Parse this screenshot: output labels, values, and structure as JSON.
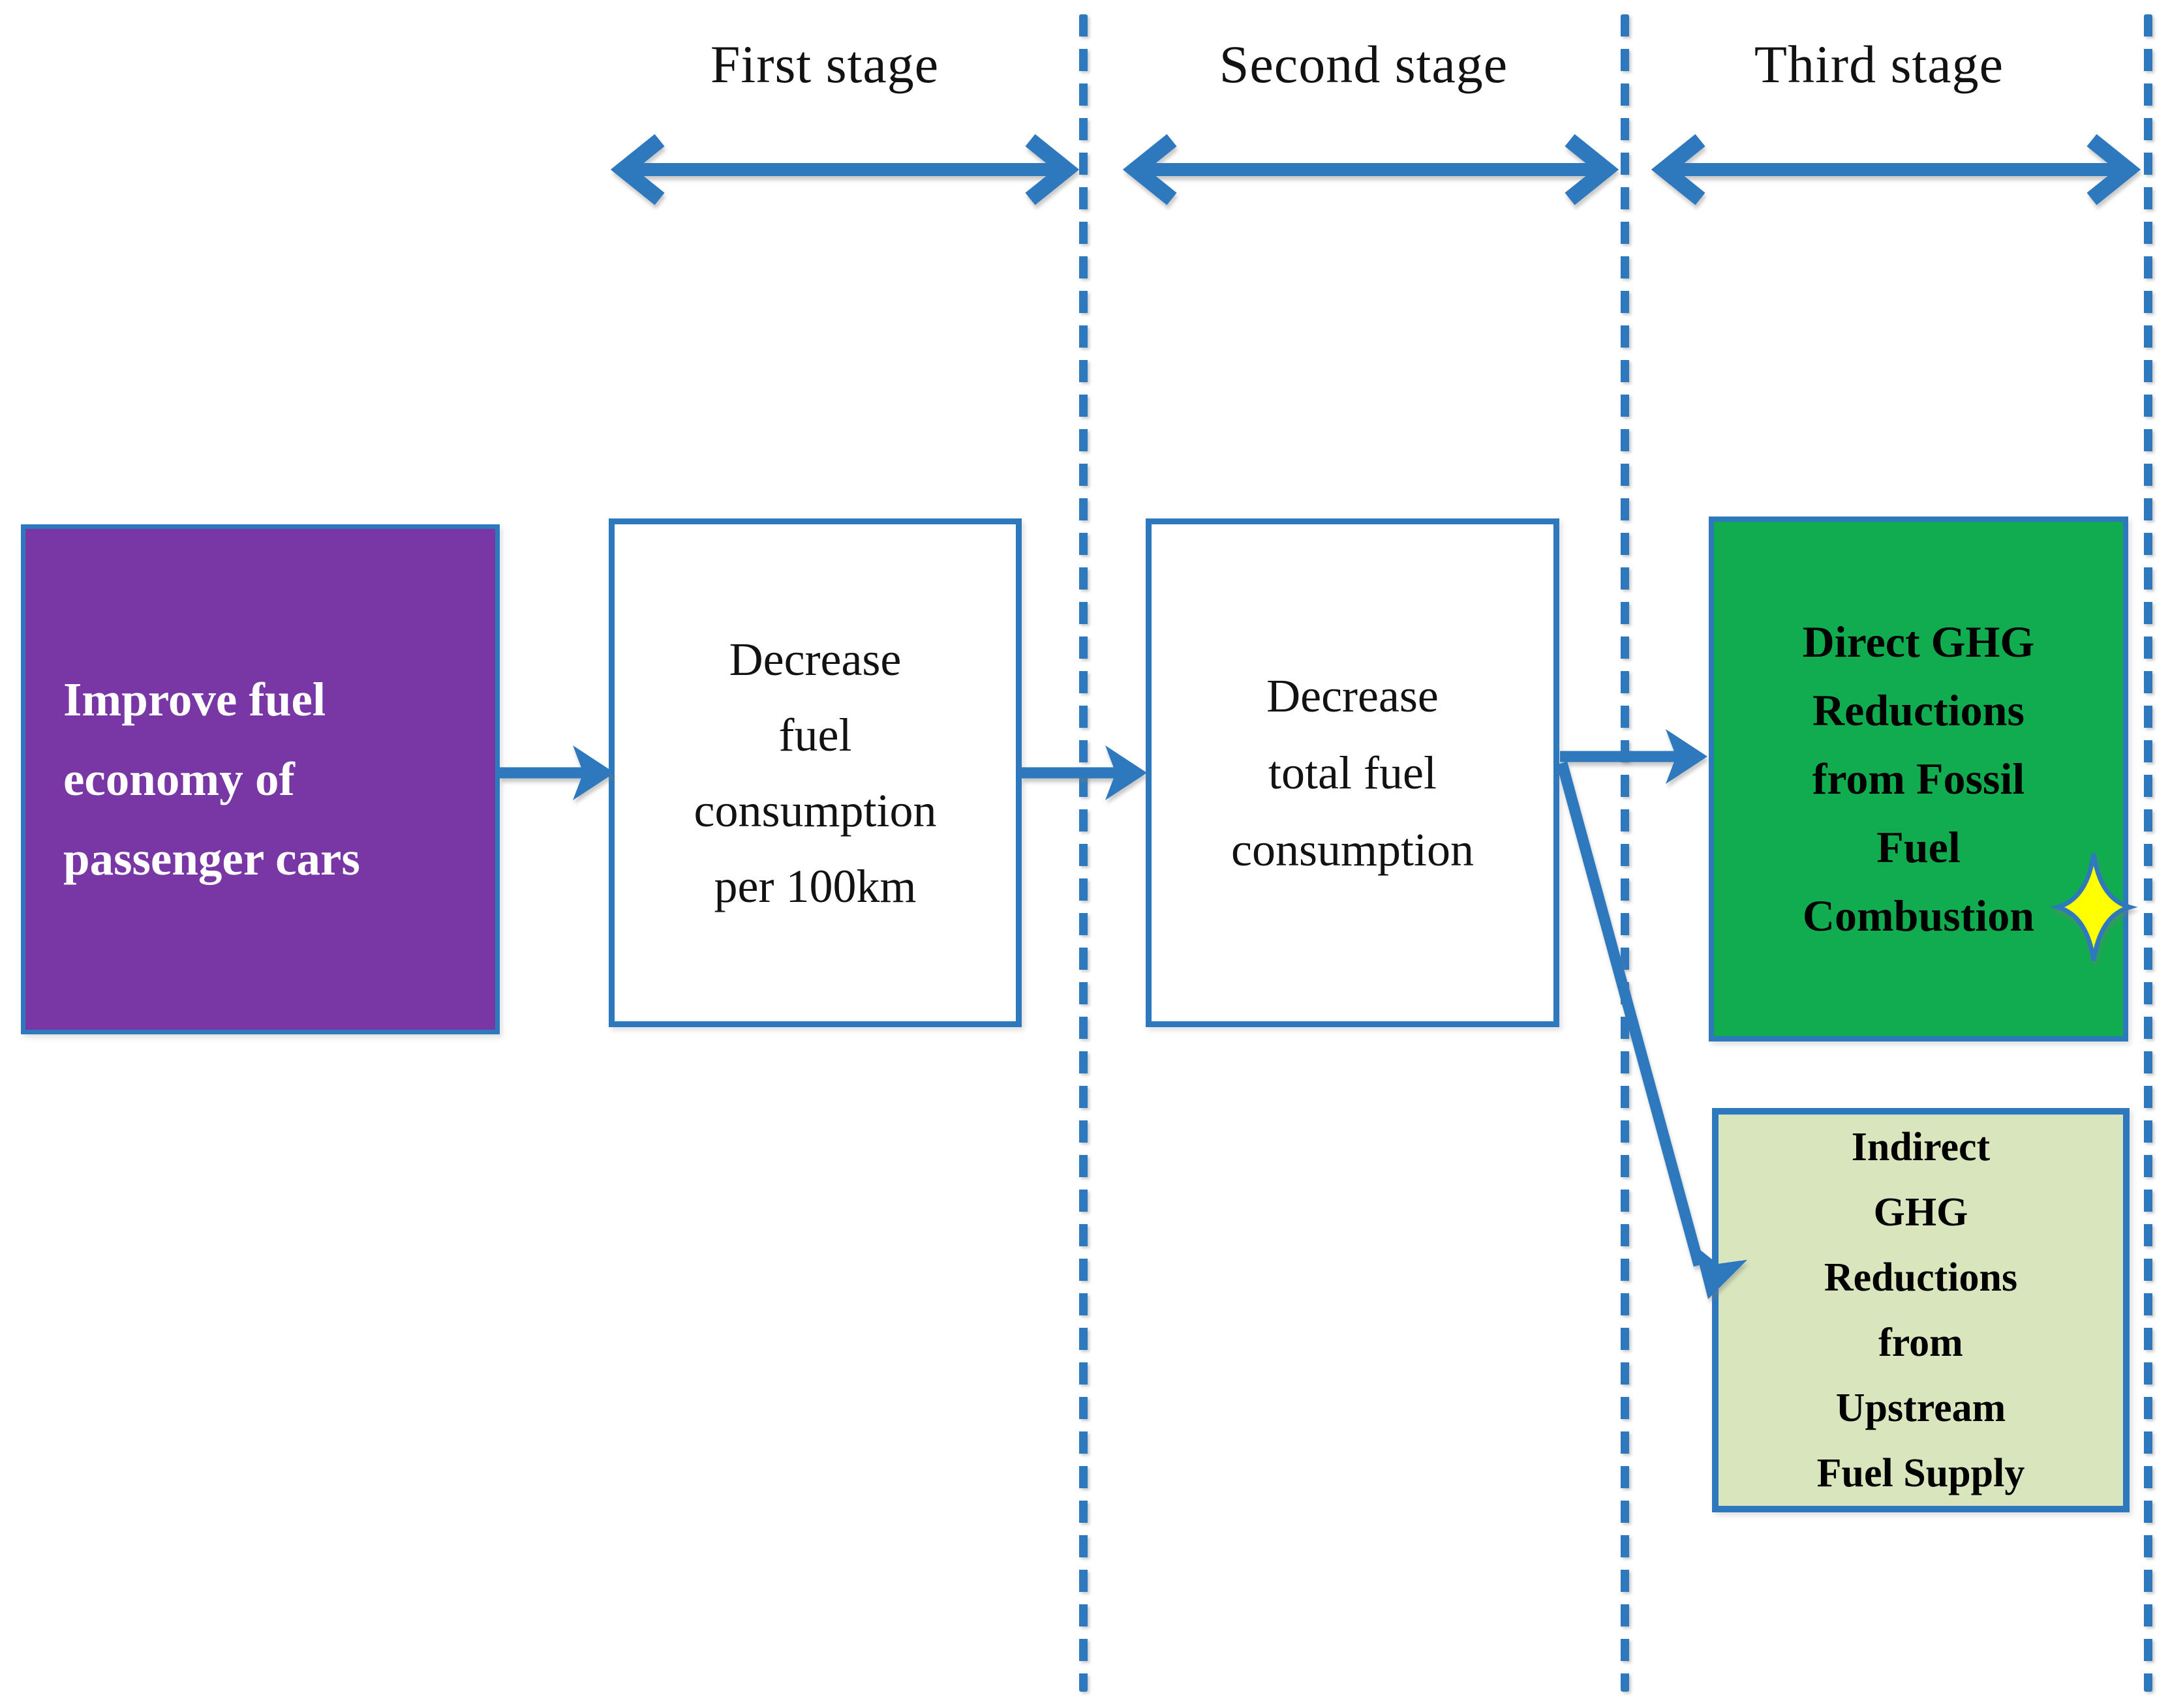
{
  "stages": [
    {
      "label": "First stage"
    },
    {
      "label": "Second stage"
    },
    {
      "label": "Third stage"
    }
  ],
  "boxes": {
    "improve_fuel_economy": {
      "lines": [
        "Improve fuel",
        "economy of",
        "passenger cars"
      ]
    },
    "decrease_per_100km": {
      "lines": [
        "Decrease",
        "fuel",
        "consumption",
        "per 100km"
      ]
    },
    "decrease_total_fuel": {
      "lines": [
        "Decrease",
        "total fuel",
        "consumption"
      ]
    },
    "direct_ghg": {
      "lines": [
        "Direct GHG",
        "Reductions",
        "from Fossil",
        "Fuel",
        "Combustion"
      ]
    },
    "indirect_ghg": {
      "lines": [
        "Indirect",
        "GHG",
        "Reductions",
        "from",
        "Upstream",
        "Fuel Supply"
      ]
    }
  },
  "icons": {
    "star": "four-point-sparkle-star"
  },
  "colors": {
    "accent_blue": "#2E78BE",
    "purple_fill": "#7837A4",
    "green_fill": "#12AC50",
    "light_green_fill": "#D8E5BD",
    "star_yellow": "#FFFF00",
    "text_dark": "#121212",
    "box_white": "#FFFFFF"
  }
}
